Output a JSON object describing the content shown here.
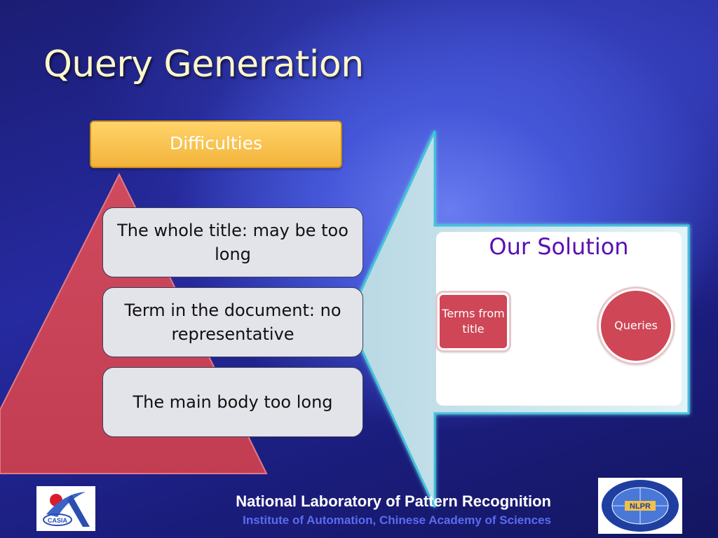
{
  "slide": {
    "title": "Query Generation"
  },
  "difficulties": {
    "header": "Difficulties",
    "items": [
      {
        "label": "The whole title: may be too long"
      },
      {
        "label": "Term in the document: no representative"
      },
      {
        "label": "The main body too long"
      }
    ]
  },
  "solution": {
    "title": "Our Solution",
    "from_label": "Terms from title",
    "to_label": "Queries"
  },
  "footer": {
    "line1": "National Laboratory of Pattern Recognition",
    "line2": "Institute of Automation, Chinese Academy of Sciences",
    "logo_left_text": "CASIA",
    "logo_right_text": "NLPR"
  },
  "colors": {
    "title": "#fff7c9",
    "difficulties_header": "#f2b33a",
    "pyramid": "#c94257",
    "solution_title": "#5b0fb3",
    "node_fill": "#cf4656"
  }
}
